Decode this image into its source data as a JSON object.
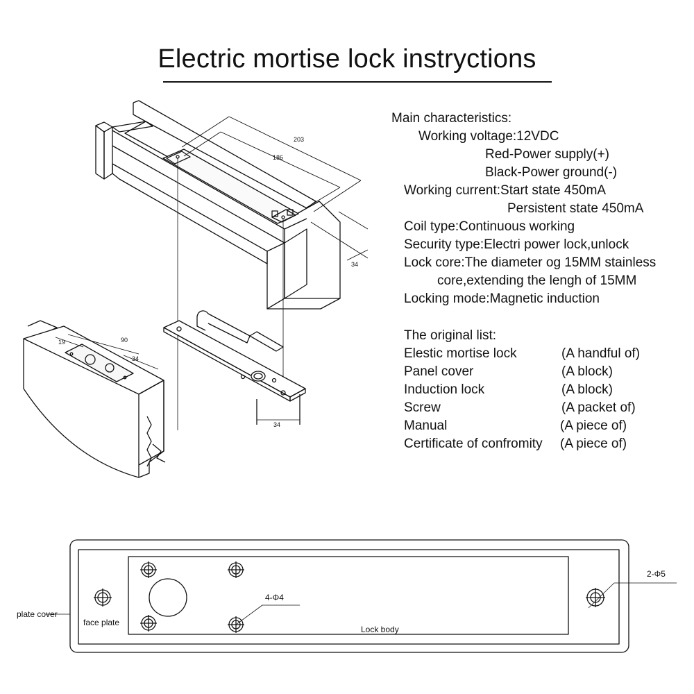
{
  "title": "Electric mortise lock instryctions",
  "specs": {
    "heading": "Main characteristics:",
    "voltage": "Working voltage:12VDC",
    "red": "Red-Power supply(+)",
    "black": "Black-Power ground(-)",
    "current_start": "Working current:Start state 450mA",
    "current_persist": "Persistent state 450mA",
    "coil": "Coil type:Continuous working",
    "security": "Security type:Electri power lock,unlock",
    "core1": "Lock core:The diameter og 15MM stainless",
    "core2": "core,extending the lengh of 15MM",
    "mode": "Locking mode:Magnetic induction"
  },
  "list": {
    "heading": "The original list:",
    "items": [
      {
        "name": "Elestic mortise lock",
        "qty": "(A handful of)"
      },
      {
        "name": "Panel cover",
        "qty": "(A block)"
      },
      {
        "name": "Induction lock",
        "qty": "(A block)"
      },
      {
        "name": "Screw",
        "qty": "(A packet of)"
      },
      {
        "name": "Manual",
        "qty": "(A piece of)"
      },
      {
        "name": "Certificate of confromity",
        "qty": "(A piece of)"
      }
    ]
  },
  "dimensions": {
    "d203": "203",
    "d186": "186",
    "d34_top": "34",
    "d19": "19",
    "d90": "90",
    "d34_door": "34",
    "d34_plate": "34"
  },
  "plan": {
    "plate_cover": "plate cover",
    "face_plate": "face plate",
    "lock_body": "Lock body",
    "holes_4": "4-Φ4",
    "holes_2": "2-Φ5"
  }
}
